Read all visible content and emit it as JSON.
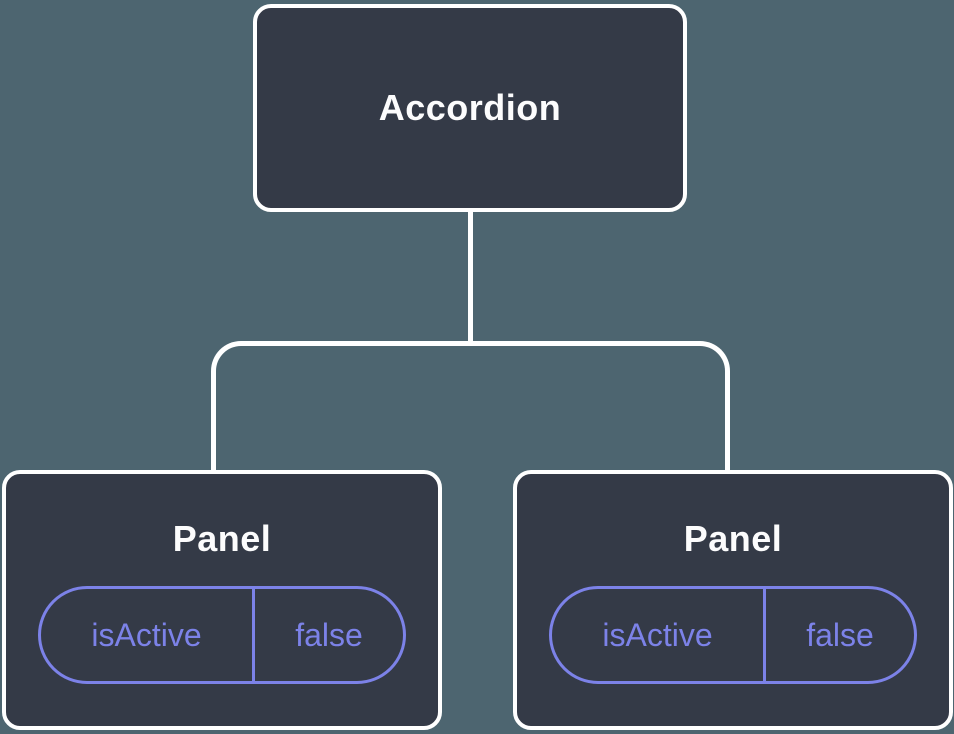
{
  "diagram": {
    "type": "component-state-tree",
    "colors": {
      "background": "#4D6570",
      "node_fill": "#343A47",
      "node_border": "#FFFFFF",
      "connector": "#FFFFFF",
      "state_accent": "#7C82E8",
      "title_text": "#FCFCFD"
    },
    "root": {
      "label": "Accordion"
    },
    "children": [
      {
        "label": "Panel",
        "props": [
          {
            "key": "isActive",
            "value": "false"
          }
        ]
      },
      {
        "label": "Panel",
        "props": [
          {
            "key": "isActive",
            "value": "false"
          }
        ]
      }
    ]
  }
}
